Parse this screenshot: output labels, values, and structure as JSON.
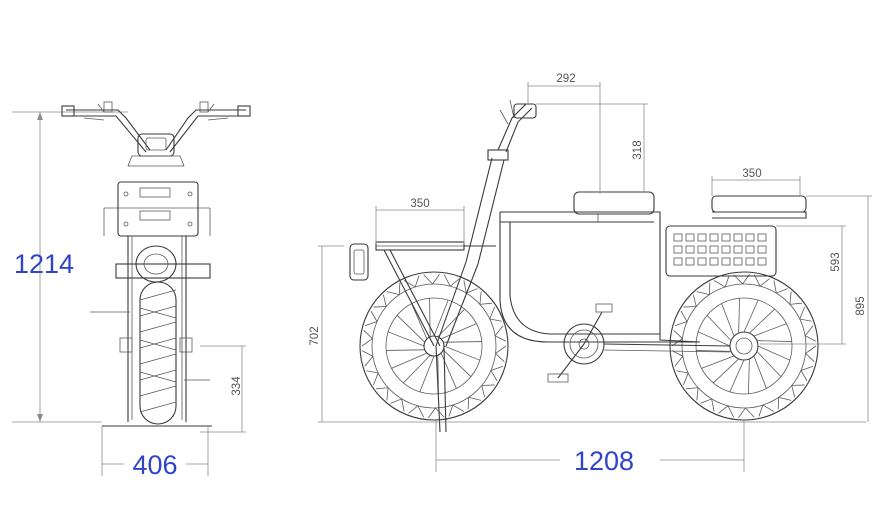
{
  "dimensions": {
    "overall_height": "1214",
    "front_width": "406",
    "wheelbase": "1208",
    "front_axle_height": "334",
    "rear_rack_length": "350",
    "front_rack_length": "350",
    "handlebar_reach": "292",
    "handlebar_rise": "318",
    "front_rack_height": "593",
    "front_rack_top_height": "895",
    "rear_rack_height": "702"
  },
  "colors": {
    "accent": "#2f45c9",
    "line": "#3a3a3a",
    "dimension": "#8a8a8a"
  }
}
